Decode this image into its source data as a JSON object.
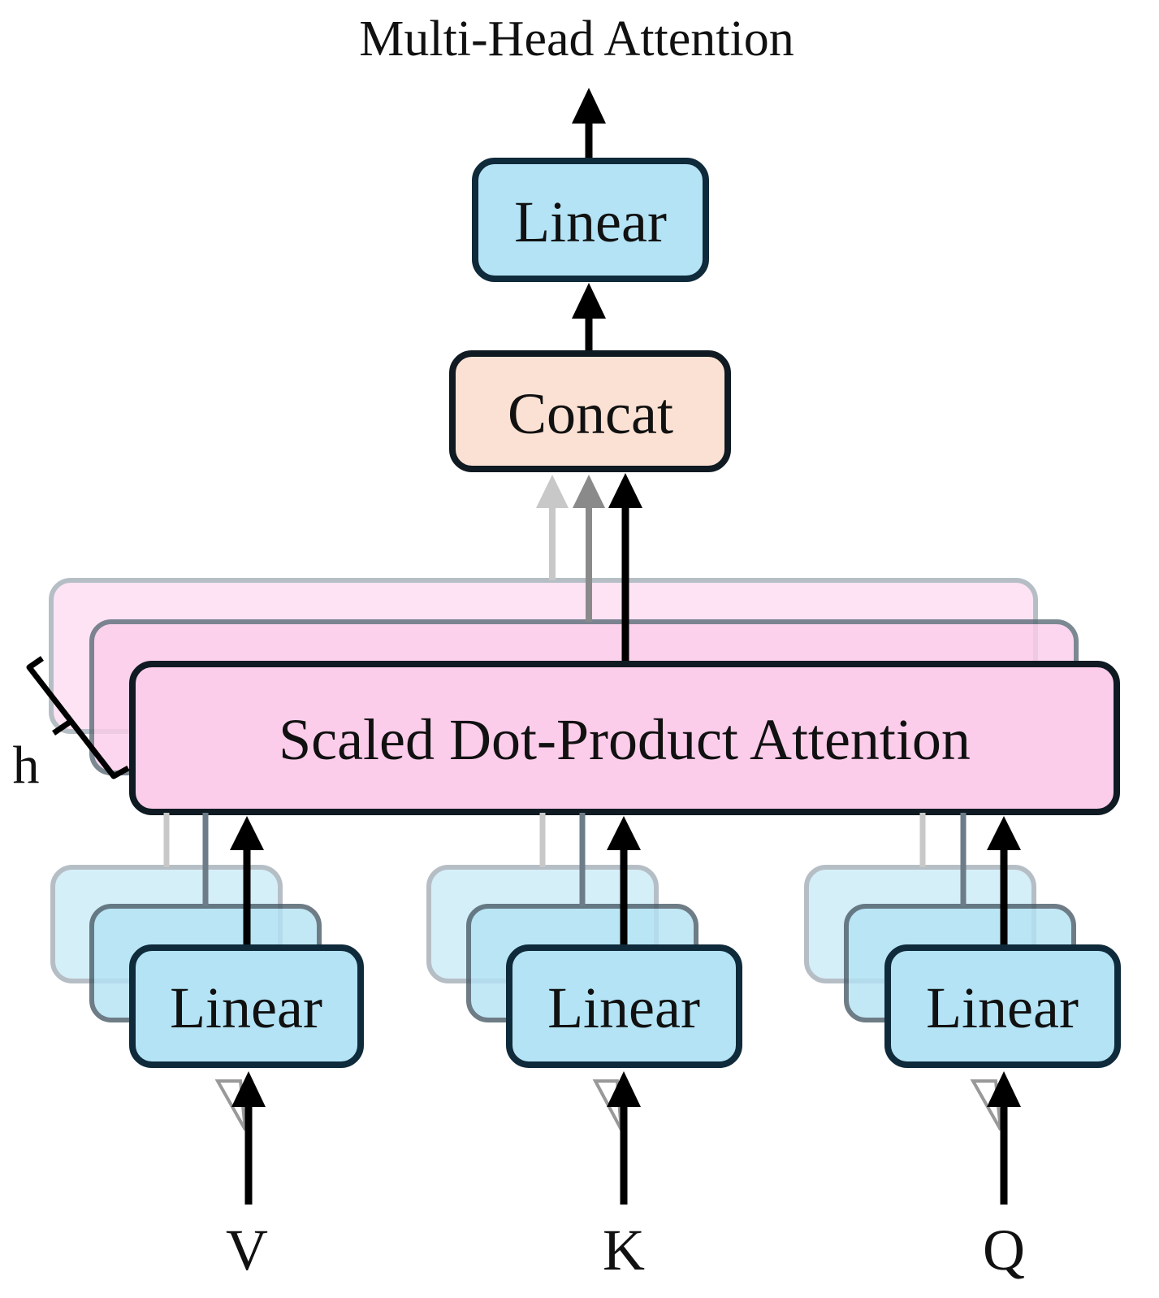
{
  "title": "Multi-Head Attention",
  "blocks": {
    "output_linear": "Linear",
    "concat": "Concat",
    "attention": "Scaled Dot-Product Attention",
    "linear_v": "Linear",
    "linear_k": "Linear",
    "linear_q": "Linear"
  },
  "inputs": {
    "v": "V",
    "k": "K",
    "q": "Q"
  },
  "heads_label": "h",
  "colors": {
    "linear_fill": "#b3e3f5",
    "linear_stroke": "#0f2a3a",
    "concat_fill": "#fbe1d3",
    "attention_fill": "#fccdeb",
    "arrow": "#000000"
  }
}
